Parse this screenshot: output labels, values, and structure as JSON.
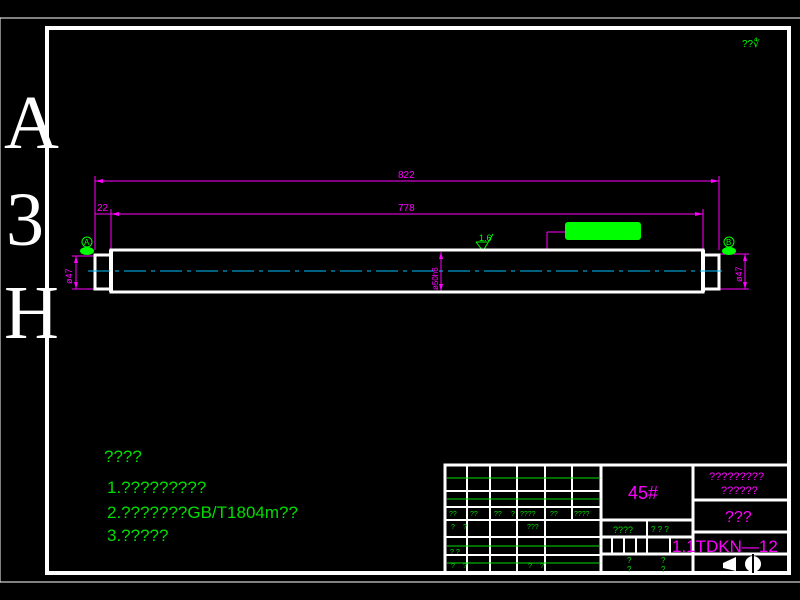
{
  "sheet": {
    "size_letters": [
      "A",
      "3",
      "H"
    ],
    "top_right_note": "??∜"
  },
  "dimensions": {
    "overall_length": "822",
    "shaft_length": "778",
    "left_step": "22",
    "left_diameter": "ø47",
    "right_diameter": "ø47",
    "mid_diameter": "ø50h6",
    "surface_roughness": "1.6",
    "datum_left": "A",
    "datum_right": "B"
  },
  "notes": {
    "heading": "????",
    "items": [
      "1.?????????",
      "2.???????GB/T1804m??",
      "3.?????"
    ]
  },
  "title_block": {
    "material": "45#",
    "top_right_line1": "?????????",
    "top_right_line2": "??????",
    "name_cell": "???",
    "drawing_number": "1.1TDKN—12",
    "scale_cell": "????",
    "left_grid": {
      "row1": [
        "??",
        "??",
        "??",
        "?",
        "????",
        "??",
        "????"
      ],
      "row2": [
        "?",
        "?",
        "",
        "",
        "???",
        "",
        ""
      ],
      "row3": [
        "? ?",
        "",
        "",
        "",
        "",
        "",
        ""
      ],
      "row4": [
        "?",
        "?",
        "",
        "",
        "?",
        "?",
        ""
      ]
    },
    "small_marks": [
      "? ? ?",
      "?",
      "?",
      "?",
      "?"
    ]
  },
  "colors": {
    "frame": "#ffffff",
    "dimension": "#ff00ff",
    "centerline": "#00bfff",
    "highlight": "#00ff00",
    "notes": "#00dd00"
  }
}
